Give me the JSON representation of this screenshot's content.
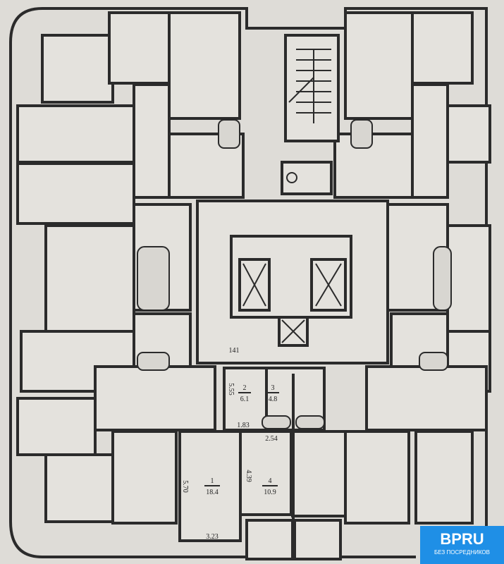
{
  "plan": {
    "dimension_top": "141",
    "room2": {
      "number": "2",
      "area": "6.1",
      "side": "5.55"
    },
    "room3": {
      "number": "3",
      "area": "4.8"
    },
    "room1": {
      "number": "1",
      "area": "18.4",
      "side": "5.70",
      "bottom": "3.23"
    },
    "room4": {
      "number": "4",
      "area": "10.9",
      "side": "4.39"
    },
    "dim_183": "1.83",
    "dim_254": "2.54"
  },
  "logo": {
    "brand": "BPRU",
    "tagline": "БЕЗ ПОСРЕДНИКОВ",
    "color": "#1f8fe6"
  }
}
